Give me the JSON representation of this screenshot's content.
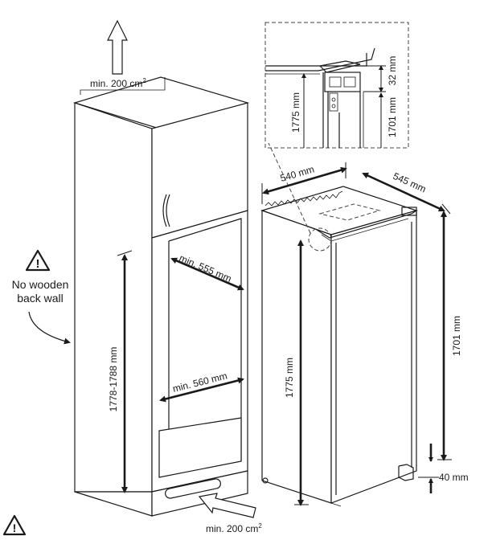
{
  "labels": {
    "vent_top": "min. 200 cm",
    "vent_top_sup": "2",
    "vent_bottom": "min. 200 cm",
    "vent_bottom_sup": "2",
    "no_wooden_line1": "No wooden",
    "no_wooden_line2": "back wall",
    "niche_height": "1778-1788 mm",
    "niche_depth": "min. 555 mm",
    "niche_width": "min. 560 mm",
    "fridge_width": "540 mm",
    "fridge_depth": "545 mm",
    "fridge_height": "1775 mm",
    "door_height": "1701 mm",
    "plinth_offset": "40 mm",
    "detail_height": "1775 mm",
    "detail_door_height": "1701 mm",
    "detail_gap": "32 mm"
  },
  "icons": {
    "warning": "warning-triangle-icon",
    "warning_mark": "!"
  },
  "colors": {
    "line": "#1a1a1a",
    "background": "#ffffff"
  }
}
